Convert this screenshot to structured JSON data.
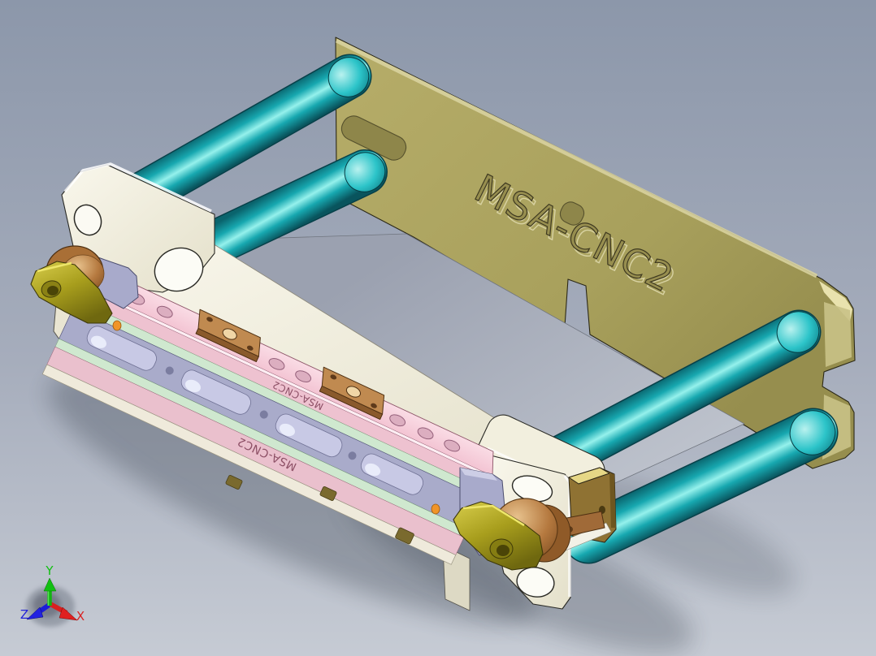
{
  "viewport": {
    "bg_top": "#8c97aa",
    "bg_bottom": "#c6cbd4",
    "shadow_color": "#333a47"
  },
  "model": {
    "plate_engraving": "MSA-CNC2",
    "rail_engraving_upper": "MSA-CNC2",
    "rail_engraving_lower": "MSA-CNC2",
    "parts": [
      {
        "id": "back-plate",
        "color": "#aba25e"
      },
      {
        "id": "guide-rod",
        "color": "#16b3ba",
        "count": 4
      },
      {
        "id": "carriage-body",
        "color": "#f1eedd"
      },
      {
        "id": "linear-rail",
        "color": "#f5cbd8"
      },
      {
        "id": "rail-block",
        "color": "#a9abca"
      },
      {
        "id": "clamp-plate",
        "color": "#a9713d",
        "count": 2
      },
      {
        "id": "cam-lever",
        "color": "#b2a723",
        "count": 2
      },
      {
        "id": "cam-roller",
        "color": "#b5793f",
        "count": 2
      }
    ]
  },
  "axis_triad": {
    "x": {
      "label": "X",
      "color": "#d82424"
    },
    "y": {
      "label": "Y",
      "color": "#12b412"
    },
    "z": {
      "label": "Z",
      "color": "#2323d8"
    }
  }
}
